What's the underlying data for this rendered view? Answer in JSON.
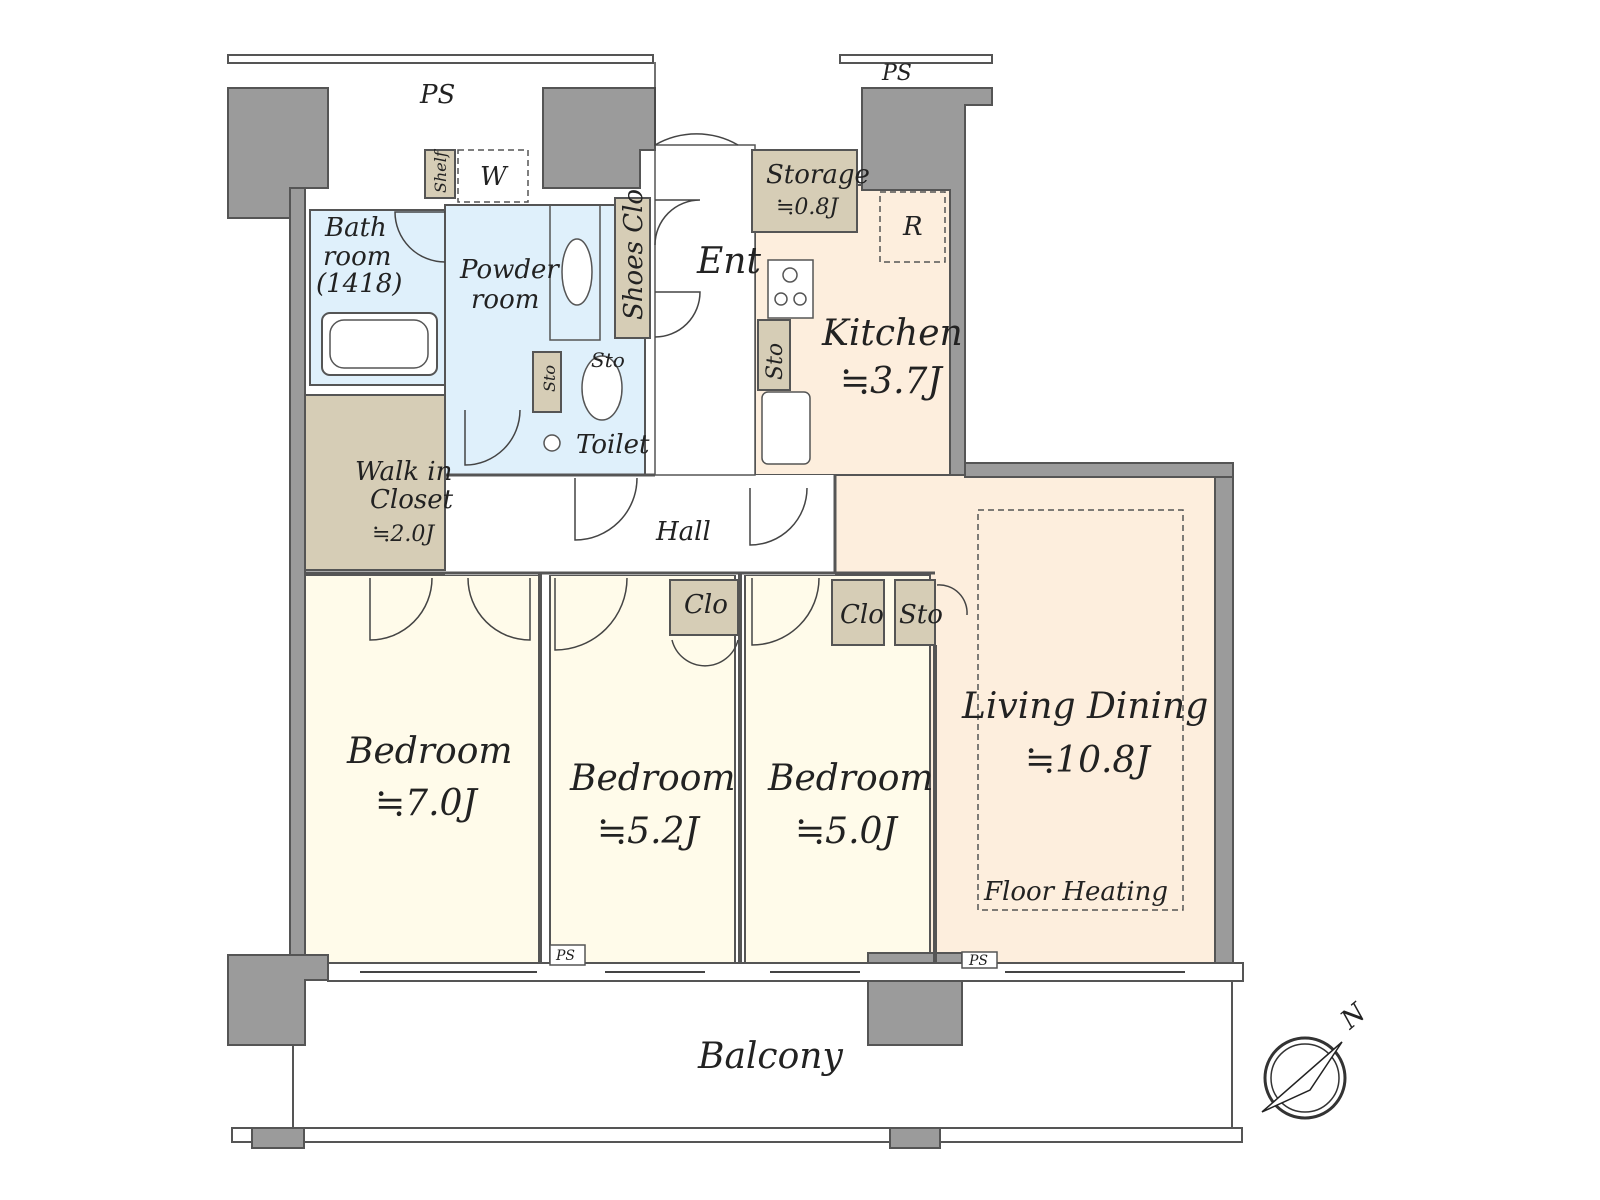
{
  "labels": {
    "ps_top_left": "PS",
    "ps_top_right": "PS",
    "shelf": "Shelf",
    "washer": "W",
    "bathroom_1": "Bath",
    "bathroom_2": "room",
    "bathroom_3": "(1418)",
    "powder_1": "Powder",
    "powder_2": "room",
    "shoes_clo": "Shoes Clo",
    "entrance": "Ent",
    "storage_1": "Storage",
    "storage_2": "≒0.8J",
    "fridge": "R",
    "kitchen_1": "Kitchen",
    "kitchen_2": "≒3.7J",
    "kitchen_sto": "Sto",
    "toilet_sto_left": "Sto",
    "toilet_sto_top": "Sto",
    "toilet": "Toilet",
    "wic_1": "Walk in",
    "wic_2": "Closet",
    "wic_3": "≒2.0J",
    "hall": "Hall",
    "clo_bed2": "Clo",
    "clo_bed3": "Clo",
    "sto_living": "Sto",
    "bed1_name": "Bedroom",
    "bed1_size": "≒7.0J",
    "bed2_name": "Bedroom",
    "bed2_size": "≒5.2J",
    "bed3_name": "Bedroom",
    "bed3_size": "≒5.0J",
    "living_1": "Living Dining",
    "living_2": "≒10.8J",
    "floor_heating": "Floor Heating",
    "ps_bottom_mid": "PS",
    "ps_bottom_right": "PS",
    "balcony": "Balcony",
    "north": "N"
  },
  "colors": {
    "bathroom": "#dff0fb",
    "bedroom": "#fffbea",
    "living": "#fdeedd",
    "closet": "#d6cdb6",
    "wall": "#9b9b9b"
  }
}
